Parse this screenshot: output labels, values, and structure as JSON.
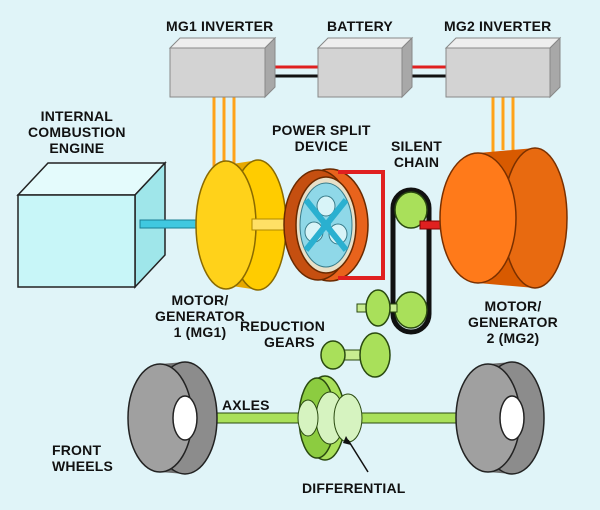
{
  "colors": {
    "background": "#e0f4f8",
    "inverter_box": "#d3d3d3",
    "engine_box": "#c8f6f8",
    "mg1": "#ffcc00",
    "mg2": "#ff7a1a",
    "power_split": "#e8631c",
    "gears": "#a9e05a",
    "wheels": "#8c8c8c",
    "red_link": "#e02020",
    "wire_orange": "#ffa31a"
  },
  "labels": {
    "mg1_inverter": "MG1 INVERTER",
    "battery": "BATTERY",
    "mg2_inverter": "MG2 INVERTER",
    "ice": [
      "INTERNAL",
      "COMBUSTION",
      "ENGINE"
    ],
    "power_split": [
      "POWER SPLIT",
      "DEVICE"
    ],
    "silent_chain": [
      "SILENT",
      "CHAIN"
    ],
    "mg1": [
      "MOTOR/",
      "GENERATOR",
      "1 (MG1)"
    ],
    "mg2": [
      "MOTOR/",
      "GENERATOR",
      "2 (MG2)"
    ],
    "reduction_gears": [
      "REDUCTION",
      "GEARS"
    ],
    "axles": "AXLES",
    "front_wheels": [
      "FRONT",
      "WHEELS"
    ],
    "differential": "DIFFERENTIAL"
  }
}
